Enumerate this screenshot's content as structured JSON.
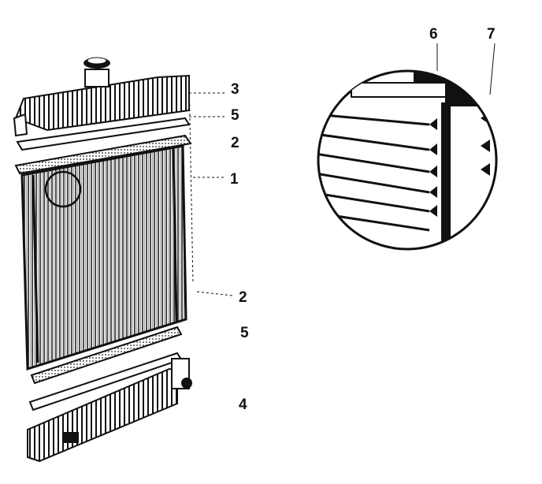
{
  "diagram": {
    "labels": {
      "cap_tank": "3",
      "seal_top": "5",
      "gasket_top": "2",
      "core": "1",
      "gasket_bottom": "2",
      "seal_bottom": "5",
      "bottom_tank": "4",
      "tube": "6",
      "fin": "7"
    }
  }
}
